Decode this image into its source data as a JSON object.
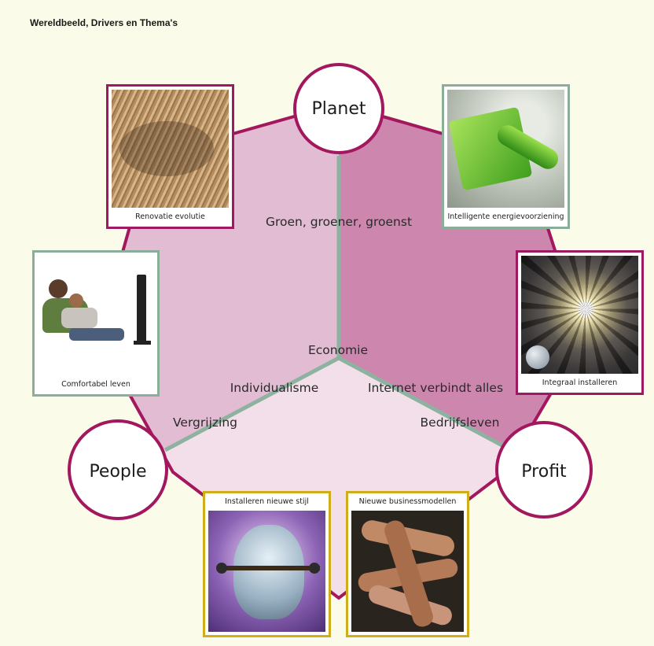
{
  "title": "Wereldbeeld, Drivers en Thema's",
  "colors": {
    "background": "#fbfbe9",
    "heptagon_border": "#a3175e",
    "sector_top_left": "#e2bcd2",
    "sector_top_right": "#cd87ae",
    "sector_bottom": "#f2dfe9",
    "divider": "#8db3a0",
    "circle_border": "#a3175e",
    "frame_purple": "#9e1a60",
    "frame_green": "#8aae9a",
    "frame_yellow": "#cfae1c"
  },
  "hubs": {
    "planet": "Planet",
    "people": "People",
    "profit": "Profit"
  },
  "center_label": "Economie",
  "drivers": {
    "groen": "Groen, groener, groenst",
    "individualisme": "Individualisme",
    "internet": "Internet verbindt alles",
    "vergrijzing": "Vergrijzing",
    "bedrijfsleven": "Bedrijfsleven"
  },
  "themes": {
    "renovatie": {
      "caption": "Renovatie evolutie",
      "frame": "purple",
      "icon": "wooden-ceiling-photo"
    },
    "energie": {
      "caption": "Intelligente energievoorziening",
      "frame": "green",
      "icon": "green-plug-photo"
    },
    "comfortabel": {
      "caption": "Comfortabel leven",
      "frame": "green",
      "icon": "couple-watching-tv-photo"
    },
    "integraal": {
      "caption": "Integraal installeren",
      "frame": "purple",
      "icon": "tunnel-structure-photo"
    },
    "nieuwe_stijl": {
      "caption": "Installeren nieuwe stijl",
      "frame": "yellow",
      "icon": "robot-head-headset-photo"
    },
    "business": {
      "caption": "Nieuwe businessmodellen",
      "frame": "yellow",
      "icon": "linked-hands-photo"
    }
  }
}
